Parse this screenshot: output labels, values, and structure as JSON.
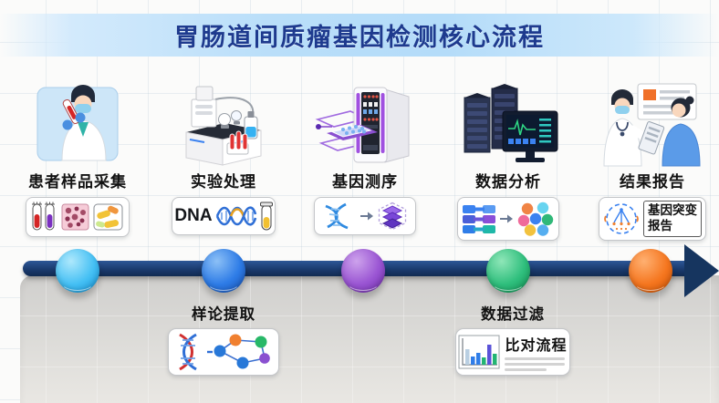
{
  "title": "胃肠道间质瘤基因检测核心流程",
  "stages": [
    {
      "label": "患者样品采集",
      "icon": "doctor-sampling-illustration",
      "card_icons": [
        "test-tubes-icon",
        "tissue-sample-icon",
        "specimen-box-icon"
      ]
    },
    {
      "label": "实验处理",
      "icon": "lab-equipment-illustration",
      "card_text": "DNA",
      "card_icons": [
        "dna-helix-icon",
        "test-tube-icon"
      ]
    },
    {
      "label": "基因测序",
      "icon": "sequencer-machine-illustration",
      "card_icons": [
        "dna-helix-icon",
        "arrow-right-icon",
        "data-stack-icon"
      ]
    },
    {
      "label": "数据分析",
      "icon": "server-workstation-illustration",
      "card_icons": [
        "connector-blocks-icon",
        "arrow-right-icon",
        "cluster-circles-icon"
      ]
    },
    {
      "label": "结果报告",
      "icon": "doctor-patient-consult-illustration",
      "card_text_line1": "基因突变",
      "card_text_line2": "报告",
      "card_icons": [
        "mutation-diagram-icon"
      ]
    }
  ],
  "timeline": {
    "bar_color": "#16355f",
    "milestone_colors": [
      "#3fbdf2",
      "#2e7ce7",
      "#9a55d3",
      "#2fbf7d",
      "#f5761f"
    ]
  },
  "sub_steps": [
    {
      "label": "样论提取",
      "card_icons": [
        "dna-double-helix-icon",
        "network-graph-icon"
      ]
    },
    {
      "label": "数据过滤",
      "card_text": "比对流程",
      "card_icons": [
        "bar-chart-icon"
      ]
    }
  ]
}
